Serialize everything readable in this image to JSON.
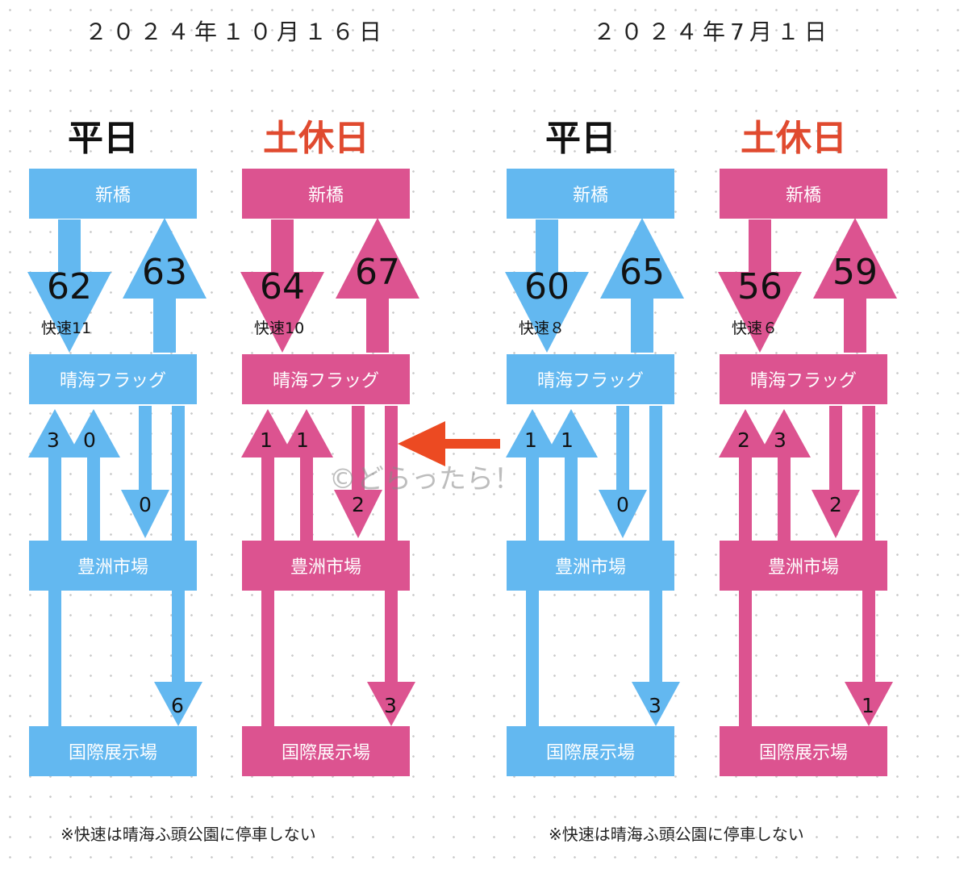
{
  "left_date": "２０２４年１０月１６日",
  "right_date": "２０２４年7月１日",
  "note": "※快速は晴海ふ頭公園に停車しない",
  "watermark": "©どらったら！",
  "colors": {
    "weekday": "#63b8f0",
    "holiday": "#dc5390",
    "highlight_arrow": "#ec4a22",
    "holiday_title": "#e04a2f"
  },
  "stations": [
    "新橋",
    "晴海フラッグ",
    "豊洲市場",
    "国際展示場"
  ],
  "columns": [
    {
      "id": "oct-weekday",
      "title": "平日",
      "type": "weekday",
      "shimbashi_to_harumi": "62",
      "rapid": "快速11",
      "harumi_to_shimbashi": "63",
      "toyosu_to_harumi_a": "3",
      "toyosu_to_harumi_b": "0",
      "harumi_to_toyosu": "0",
      "to_kokusai": "6"
    },
    {
      "id": "oct-holiday",
      "title": "土休日",
      "type": "holiday",
      "shimbashi_to_harumi": "64",
      "rapid": "快速10",
      "harumi_to_shimbashi": "67",
      "toyosu_to_harumi_a": "1",
      "toyosu_to_harumi_b": "1",
      "harumi_to_toyosu": "2",
      "to_kokusai": "3"
    },
    {
      "id": "jul-weekday",
      "title": "平日",
      "type": "weekday",
      "shimbashi_to_harumi": "60",
      "rapid": "快速８",
      "harumi_to_shimbashi": "65",
      "toyosu_to_harumi_a": "1",
      "toyosu_to_harumi_b": "1",
      "harumi_to_toyosu": "0",
      "to_kokusai": "3"
    },
    {
      "id": "jul-holiday",
      "title": "土休日",
      "type": "holiday",
      "shimbashi_to_harumi": "56",
      "rapid": "快速６",
      "harumi_to_shimbashi": "59",
      "toyosu_to_harumi_a": "2",
      "toyosu_to_harumi_b": "3",
      "harumi_to_toyosu": "2",
      "to_kokusai": "1"
    }
  ]
}
